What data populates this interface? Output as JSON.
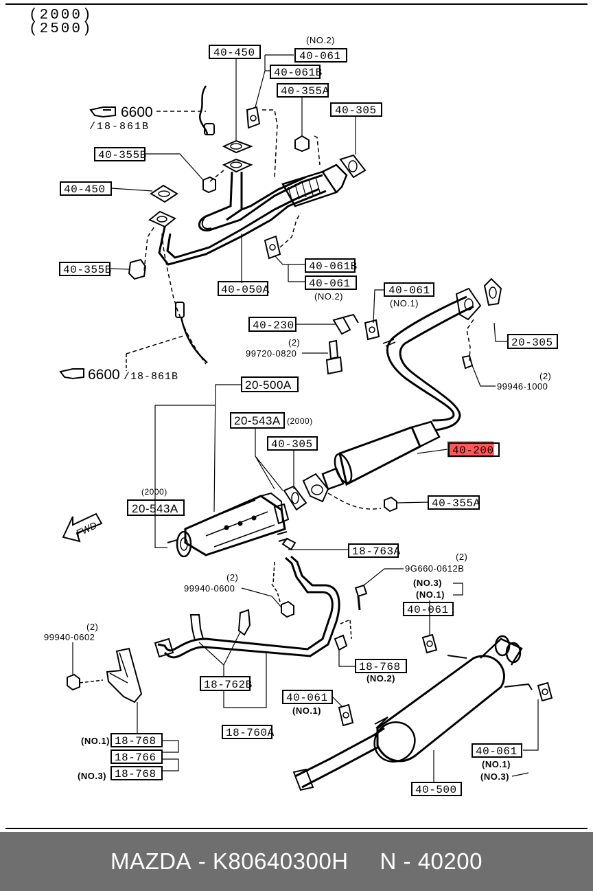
{
  "header": {
    "model_lines": [
      "(2000)",
      "(2500)"
    ]
  },
  "references": {
    "ref_top": "6600",
    "ref_top_sub": "/18-861B",
    "ref_mid": "6600",
    "ref_mid_sub": "/18-861B"
  },
  "callouts": {
    "c_40_450_top": "40-450",
    "c_40_061_no2_top": "40-061",
    "no2_top": "(NO.2)",
    "c_40_061b_top": "40-061B",
    "c_40_355a_top": "40-355A",
    "c_40_305_top": "40-305",
    "c_40_355b_top": "40-355B",
    "c_40_450_left": "40-450",
    "c_40_355b_left": "40-355B",
    "c_40_050a": "40-050A",
    "c_40_061b_mid": "40-061B",
    "c_40_061_mid": "40-061",
    "no2_mid": "(NO.2)",
    "c_40_061_no1_mid": "40-061",
    "no1_mid": "(NO.1)",
    "c_40_230": "40-230",
    "qty_99720": "(2)",
    "p_99720": "99720-0820",
    "c_20_305": "20-305",
    "qty_99946": "(2)",
    "p_99946": "99946-1000",
    "c_20_500a": "20-500A",
    "c_20_543a_top": "20-543A",
    "note_2000_top": "(2000)",
    "c_40_305_mid": "40-305",
    "c_40_200": "40-200",
    "note_2000_left": "(2000)",
    "c_20_543a_left": "20-543A",
    "fwd": "FWD",
    "c_40_355a_mid": "40-355A",
    "c_18_763a": "18-763A",
    "qty_9g660": "(2)",
    "p_9g660": "9G660-0612B",
    "qty_99940_600": "(2)",
    "p_99940_600": "99940-0600",
    "no3_r": "(NO.3)",
    "no1_r": "(NO.1)",
    "c_40_061_r": "40-061",
    "qty_99940_602": "(2)",
    "p_99940_602": "99940-0602",
    "c_18_768_mid": "18-768",
    "no2_lower": "(NO.2)",
    "c_18_762b": "18-762B",
    "c_40_061_lower": "40-061",
    "no1_lower": "(NO.1)",
    "c_18_760a": "18-760A",
    "no1_b1": "(NO.1)",
    "c_18_768_b1": "18-768",
    "c_18_766": "18-766",
    "no3_b3": "(NO.3)",
    "c_18_768_b3": "18-768",
    "c_40_061_br": "40-061",
    "no1_br": "(NO.1)",
    "no3_br": "(NO.3)",
    "c_40_500": "40-500"
  },
  "highlight_color": "#ff3b3b",
  "footer": {
    "brand": "MAZDA",
    "part_number": "K80640300H",
    "position_code": "N - 40200",
    "background": "#6f6f6f"
  }
}
